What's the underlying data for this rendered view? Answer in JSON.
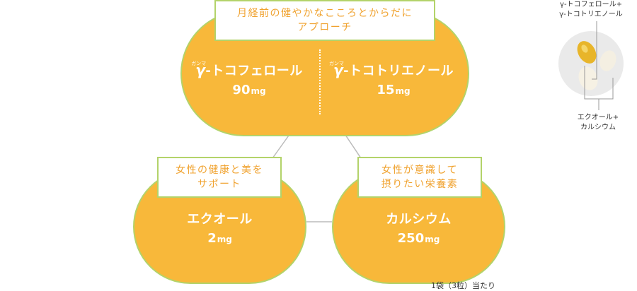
{
  "top_group": {
    "label_line1": "月経前の健やかなこころとからだに",
    "label_line2": "アプローチ",
    "left": {
      "ruby": "ガンマ",
      "gamma": "γ",
      "name_rest": "-トコフェロール",
      "amount": "90",
      "unit": "mg"
    },
    "right": {
      "ruby": "ガンマ",
      "gamma": "γ",
      "name_rest": "-トコトリエノール",
      "amount": "15",
      "unit": "mg"
    }
  },
  "left_group": {
    "label_line1": "女性の健康と美を",
    "label_line2": "サポート",
    "name": "エクオール",
    "amount": "2",
    "unit": "mg"
  },
  "right_group": {
    "label_line1": "女性が意識して",
    "label_line2": "摂りたい栄養素",
    "name": "カルシウム",
    "amount": "250",
    "unit": "mg"
  },
  "footnote": "1袋（3粒）当たり",
  "side": {
    "top_line1": "γ-トコフェロール+",
    "top_line2": "γ-トコトリエノール",
    "bottom_line1": "エクオール+",
    "bottom_line2": "カルシウム"
  },
  "colors": {
    "pill": "#f8b83a",
    "outline": "#b3d36a",
    "label_text": "#f0a22e"
  }
}
